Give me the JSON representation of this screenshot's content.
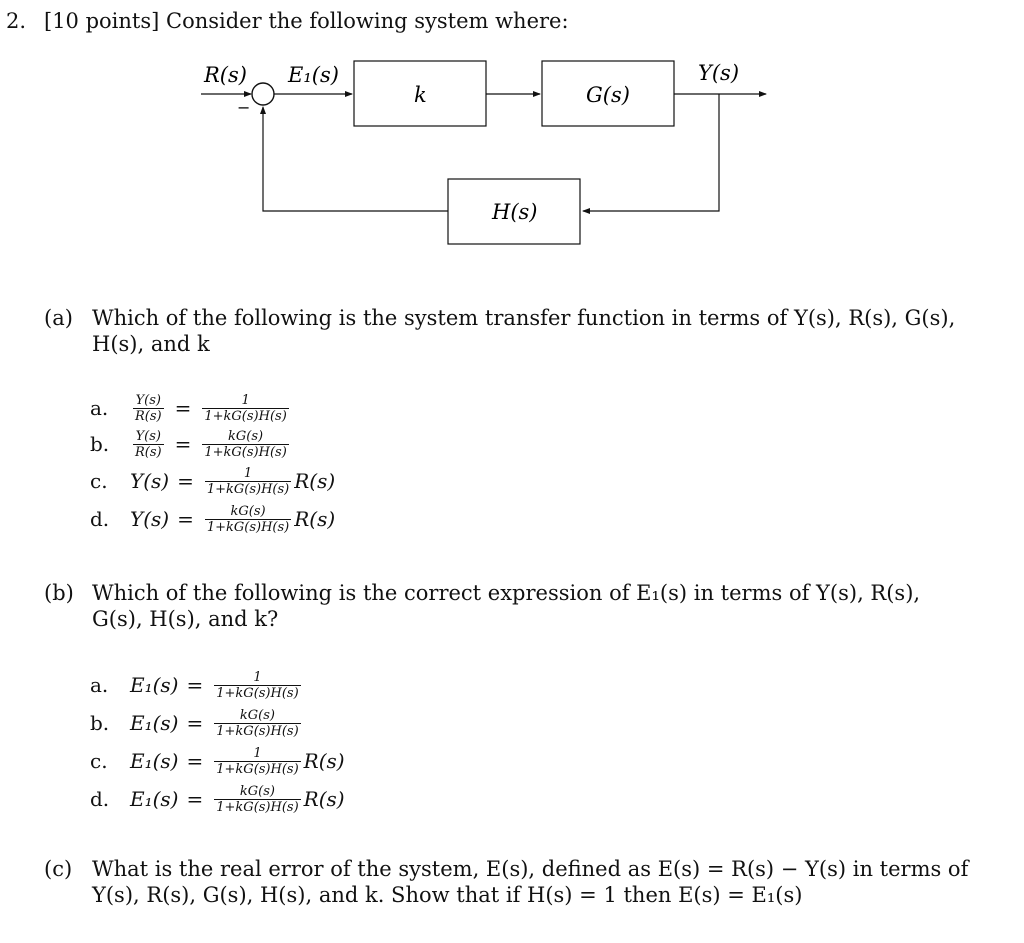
{
  "problem": {
    "number": "2.",
    "header": "[10 points] Consider the following system where:"
  },
  "diagram": {
    "input_label": "R(s)",
    "error_label": "E₁(s)",
    "gain_block": "k",
    "plant_block": "G(s)",
    "feedback_block": "H(s)",
    "output_label": "Y(s)",
    "minus_sign": "−"
  },
  "part_a": {
    "tag": "(a)",
    "question": "Which of the following is the system transfer function in terms of Y(s), R(s), G(s), H(s), and k",
    "options": [
      {
        "label": "a.",
        "lhs_num": "Y(s)",
        "lhs_den": "R(s)",
        "lhs": "",
        "num": "1",
        "den": "1+kG(s)H(s)",
        "suffix": ""
      },
      {
        "label": "b.",
        "lhs_num": "Y(s)",
        "lhs_den": "R(s)",
        "lhs": "",
        "num": "kG(s)",
        "den": "1+kG(s)H(s)",
        "suffix": ""
      },
      {
        "label": "c.",
        "lhs_num": "",
        "lhs_den": "",
        "lhs": "Y(s)",
        "num": "1",
        "den": "1+kG(s)H(s)",
        "suffix": "R(s)"
      },
      {
        "label": "d.",
        "lhs_num": "",
        "lhs_den": "",
        "lhs": "Y(s)",
        "num": "kG(s)",
        "den": "1+kG(s)H(s)",
        "suffix": "R(s)"
      }
    ]
  },
  "part_b": {
    "tag": "(b)",
    "question": "Which of the following is the correct expression of E₁(s) in terms of Y(s), R(s), G(s), H(s), and k?",
    "options": [
      {
        "label": "a.",
        "lhs": "E₁(s)",
        "num": "1",
        "den": "1+kG(s)H(s)",
        "suffix": ""
      },
      {
        "label": "b.",
        "lhs": "E₁(s)",
        "num": "kG(s)",
        "den": "1+kG(s)H(s)",
        "suffix": ""
      },
      {
        "label": "c.",
        "lhs": "E₁(s)",
        "num": "1",
        "den": "1+kG(s)H(s)",
        "suffix": "R(s)"
      },
      {
        "label": "d.",
        "lhs": "E₁(s)",
        "num": "kG(s)",
        "den": "1+kG(s)H(s)",
        "suffix": "R(s)"
      }
    ]
  },
  "part_c": {
    "tag": "(c)",
    "question": "What is the real error of the system, E(s), defined as E(s) = R(s) − Y(s) in terms of Y(s), R(s), G(s), H(s), and k. Show that if H(s) = 1 then E(s) = E₁(s)"
  },
  "equals_sign": "="
}
